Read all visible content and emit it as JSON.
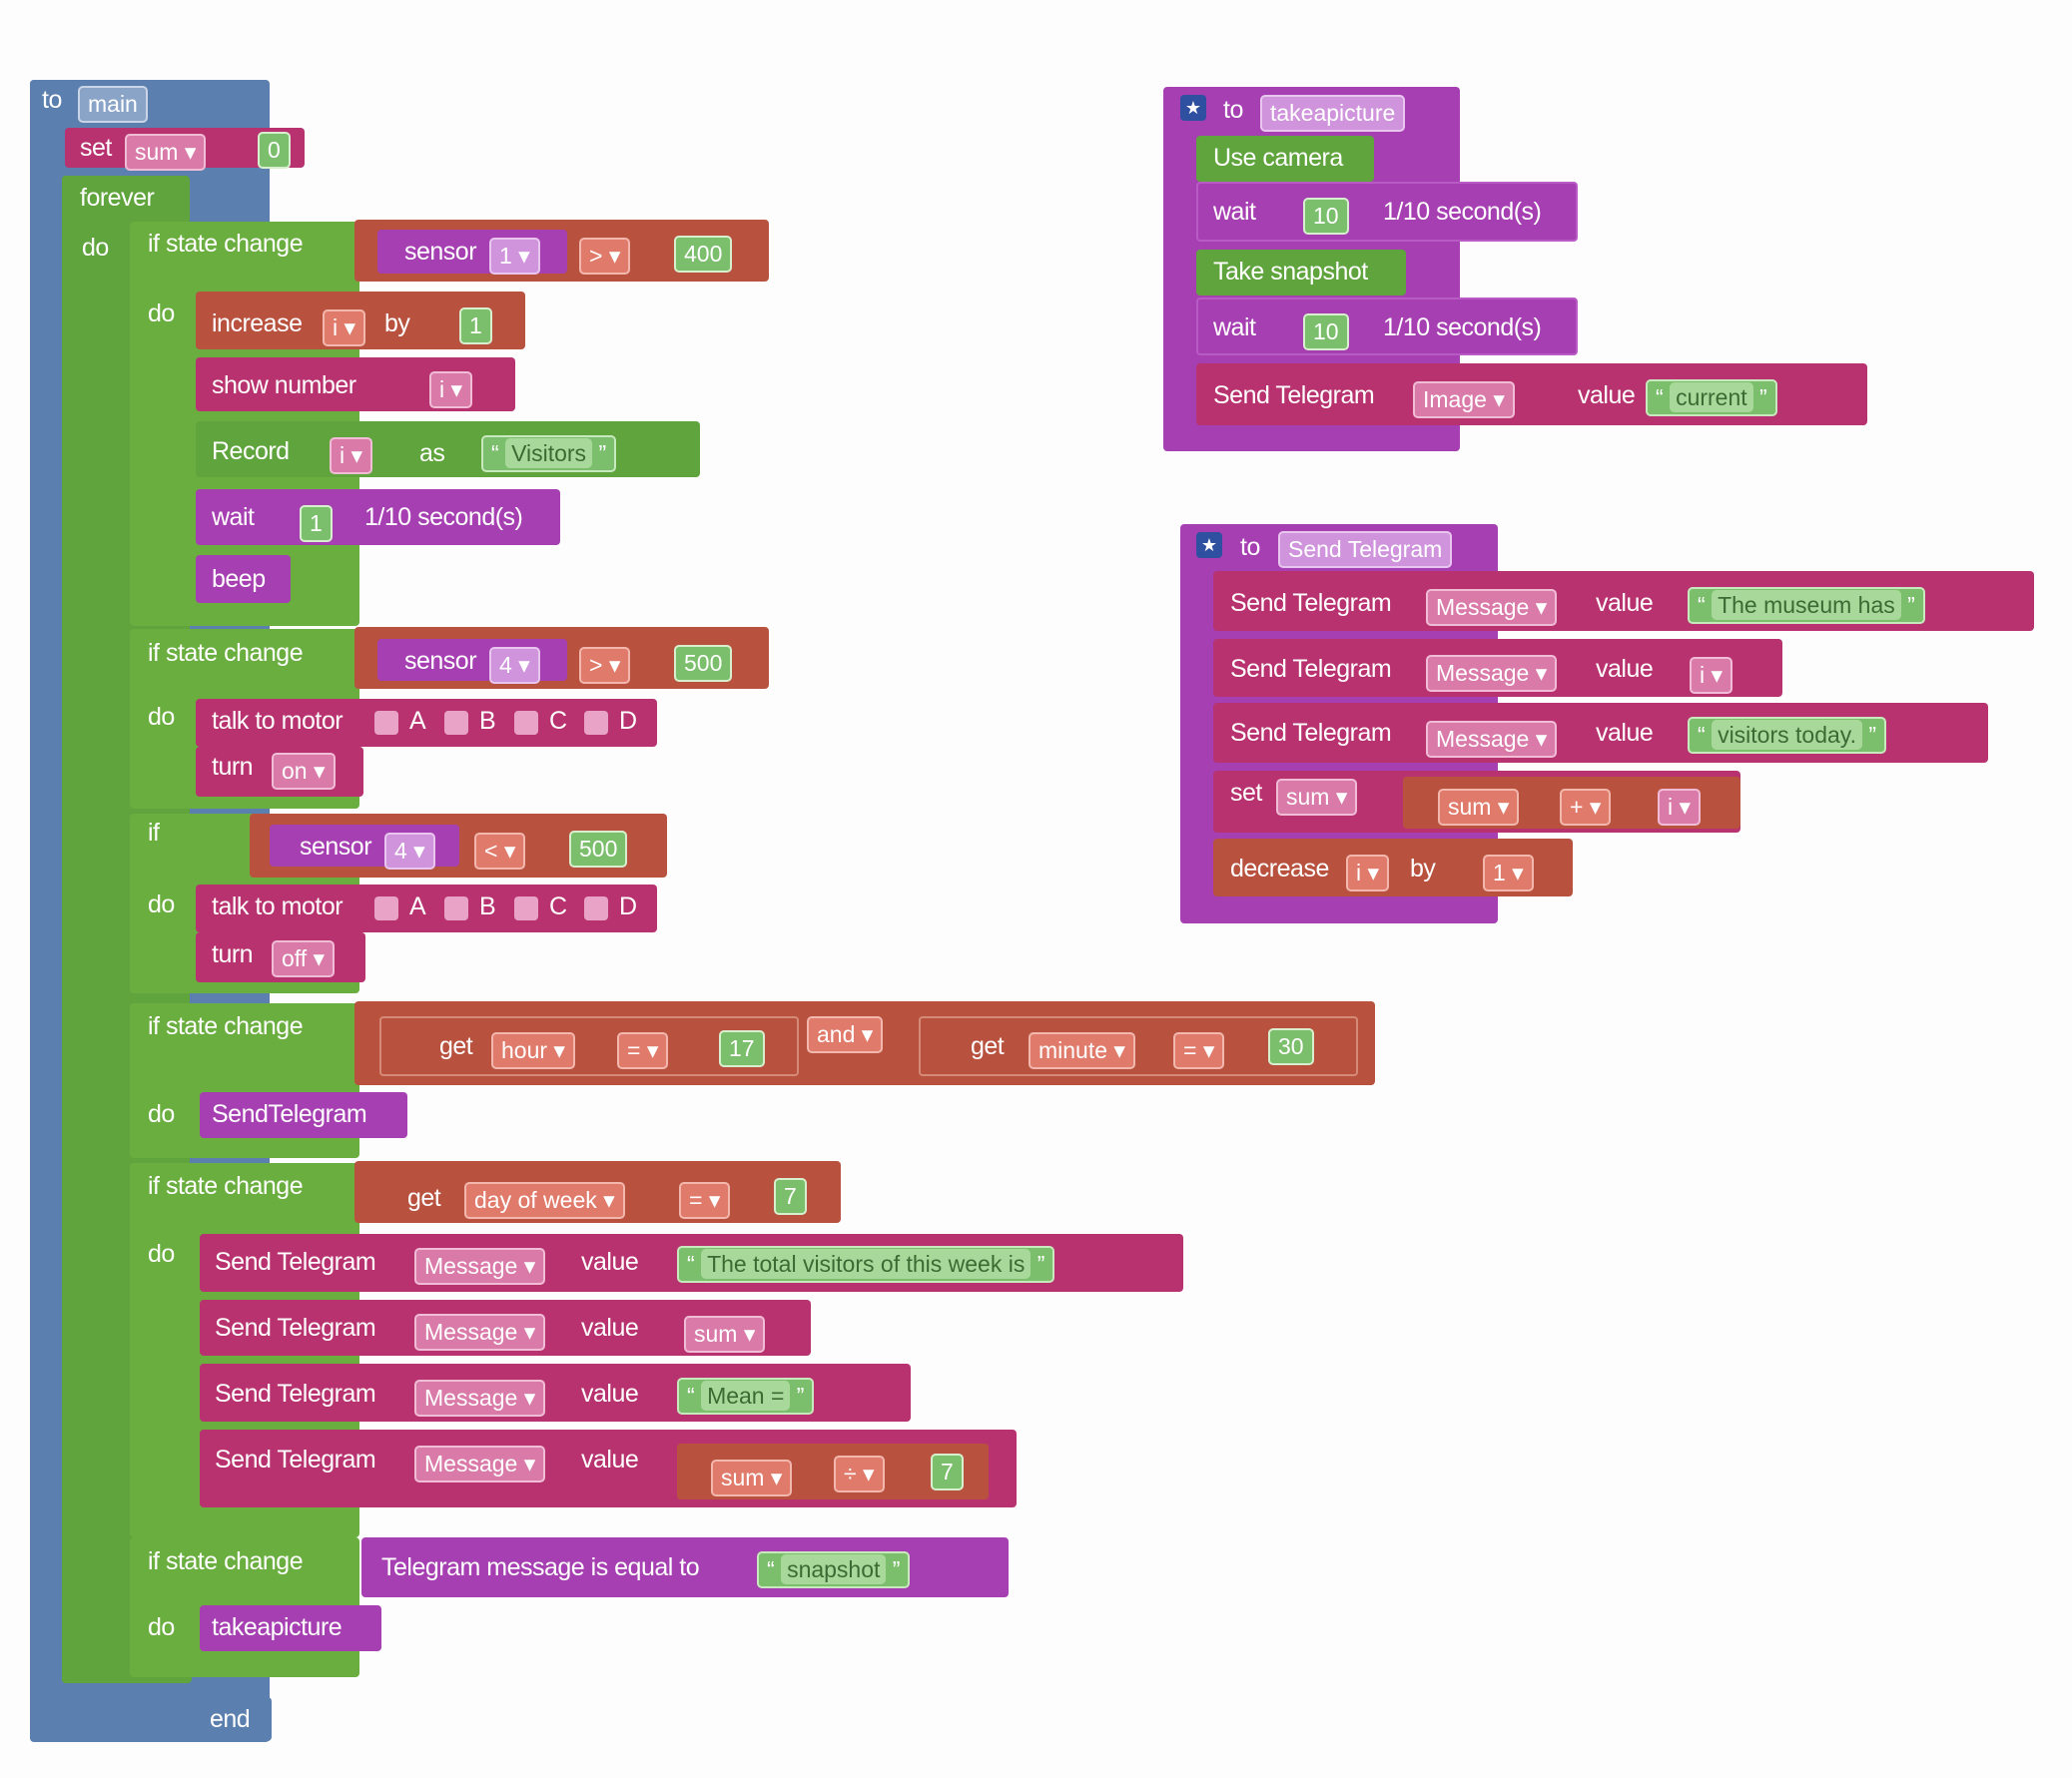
{
  "main": {
    "to": "to",
    "name": "main",
    "end": "end",
    "set": {
      "label": "set",
      "var": "sum",
      "value": "0"
    },
    "forever": "forever",
    "do": "do",
    "if1": {
      "label": "if state change",
      "sensor": "sensor",
      "port": "1",
      "op": ">",
      "value": "400",
      "increase": "increase",
      "var": "i",
      "by": "by",
      "amount": "1",
      "show": "show number",
      "showvar": "i",
      "record": "Record",
      "recvar": "i",
      "as": "as",
      "recname": "Visitors",
      "wait": "wait",
      "waitval": "1",
      "waitunit": "1/10 second(s)",
      "beep": "beep"
    },
    "if2": {
      "label": "if state change",
      "sensor": "sensor",
      "port": "4",
      "op": ">",
      "value": "500",
      "talk": "talk to motor",
      "a": "A",
      "b": "B",
      "c": "C",
      "d": "D",
      "turn": "turn",
      "state": "on"
    },
    "if3": {
      "label": "if",
      "sensor": "sensor",
      "port": "4",
      "op": "<",
      "value": "500",
      "talk": "talk to motor",
      "a": "A",
      "b": "B",
      "c": "C",
      "d": "D",
      "turn": "turn",
      "state": "off"
    },
    "if4": {
      "label": "if state change",
      "get": "get",
      "field1": "hour",
      "eq": "=",
      "v1": "17",
      "and": "and",
      "field2": "minute",
      "v2": "30",
      "call": "SendTelegram"
    },
    "if5": {
      "label": "if state change",
      "get": "get",
      "field": "day of week",
      "eq": "=",
      "v": "7",
      "send": "Send Telegram",
      "msg": "Message",
      "value": "value",
      "s1": "The total visitors of this week is",
      "s2var": "sum",
      "s3": "Mean =",
      "divvar": "sum",
      "div": "÷",
      "divnum": "7"
    },
    "if6": {
      "label": "if state change",
      "tg": "Telegram message is equal to",
      "str": "snapshot",
      "call": "takeapicture"
    }
  },
  "takeapicture": {
    "to": "to",
    "name": "takeapicture",
    "usecam": "Use camera",
    "wait": "wait",
    "w1": "10",
    "unit": "1/10 second(s)",
    "snap": "Take snapshot",
    "w2": "10",
    "send": "Send Telegram",
    "kind": "Image",
    "value": "value",
    "str": "current"
  },
  "sendtelegram": {
    "to": "to",
    "name": "Send Telegram",
    "send": "Send Telegram",
    "msg": "Message",
    "value": "value",
    "s1": "The museum has",
    "v2": "i",
    "s3": "visitors today.",
    "set": "set",
    "setvar": "sum",
    "a": "sum",
    "plus": "+",
    "b": "i",
    "dec": "decrease",
    "decvar": "i",
    "by": "by",
    "decamt": "1"
  }
}
